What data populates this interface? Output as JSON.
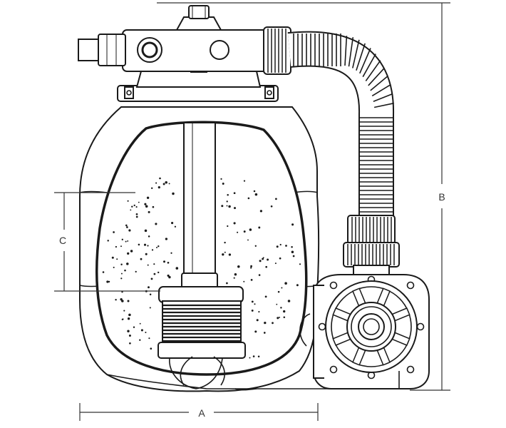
{
  "labels": {
    "a": "A",
    "b": "B",
    "c": "C"
  },
  "colors": {
    "line": "#1a1a1a",
    "dimension": "#333333",
    "background": "#ffffff"
  }
}
